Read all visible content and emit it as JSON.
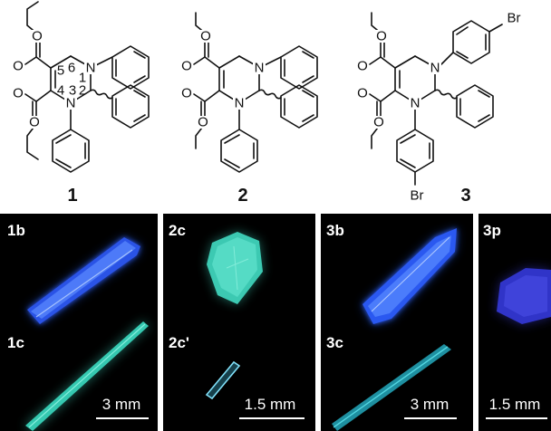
{
  "compounds": [
    {
      "label": "1",
      "atoms": {
        "o1": "O",
        "o2": "O",
        "o3": "O",
        "o4": "O",
        "n1": "N",
        "n2": "N"
      },
      "ring_numbers": [
        "1",
        "2",
        "3",
        "4",
        "5",
        "6"
      ]
    },
    {
      "label": "2",
      "atoms": {
        "o1": "O",
        "o2": "O",
        "o3": "O",
        "o4": "O",
        "n1": "N",
        "n2": "N"
      }
    },
    {
      "label": "3",
      "atoms": {
        "o1": "O",
        "o2": "O",
        "o3": "O",
        "o4": "O",
        "n1": "N",
        "n2": "N",
        "br1": "Br",
        "br2": "Br"
      }
    }
  ],
  "panels": [
    {
      "label": "1b"
    },
    {
      "label": "1c"
    },
    {
      "label": "2c"
    },
    {
      "label": "2c'"
    },
    {
      "label": "3b"
    },
    {
      "label": "3c"
    },
    {
      "label": "3p"
    }
  ],
  "scale_bars": [
    "3 mm",
    "1.5 mm",
    "3 mm",
    "1.5 mm"
  ],
  "colors": {
    "panel_background": "#000000",
    "crystal_blue": "#2f6bff",
    "crystal_cyan": "#3fe0c8",
    "crystal_violet": "#3a3de0",
    "scale_text": "#ffffff"
  }
}
